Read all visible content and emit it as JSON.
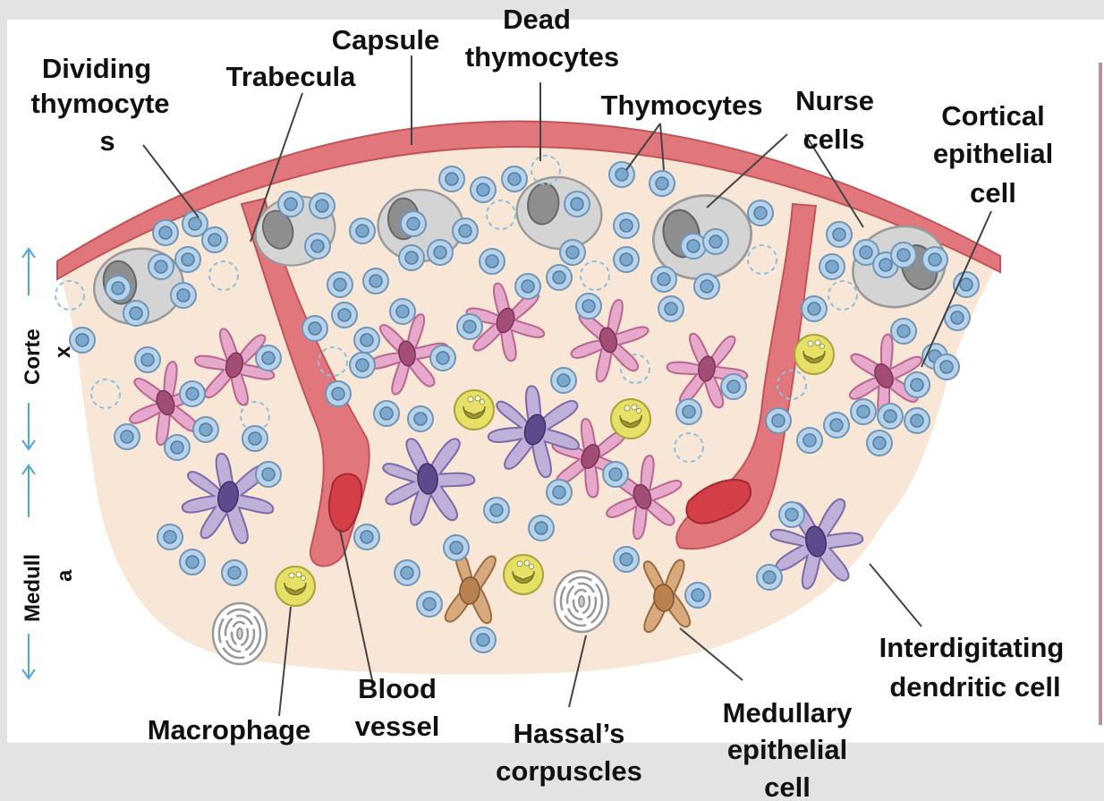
{
  "colors": {
    "page_background": "#e3e3e3",
    "panel_background": "#ffffff",
    "tissue": "#f8e7d6",
    "capsule": "#e1767c",
    "vessel_blood": "#d43f47",
    "thymocyte": "#b8d3e9",
    "cortical_epithelial": "#e7a9cb",
    "interdigitating_dendritic": "#bfb0d9",
    "medullary_epithelial": "#d8a97c",
    "macrophage": "#e6e066",
    "nurse_cell": "#c9c9c9",
    "zone_arrow": "#4fa7d8"
  },
  "labels": {
    "dividing_thymocytes": [
      "Dividing",
      "thymocyte",
      "s"
    ],
    "trabecula": "Trabecula",
    "capsule": "Capsule",
    "dead_thymocytes": [
      "Dead",
      "thymocytes"
    ],
    "thymocytes": "Thymocytes",
    "nurse_cells": [
      "Nurse",
      "cells"
    ],
    "cortical_epithelial_cell": [
      "Cortical",
      "epithelial",
      "cell"
    ],
    "interdigitating_dendritic_cell": [
      "Interdigitating",
      "dendritic cell"
    ],
    "medullary_epithelial_cell": [
      "Medullary",
      "epithelial",
      "cell"
    ],
    "hassals_corpuscles": [
      "Hassal’s",
      "corpuscles"
    ],
    "blood_vessel": [
      "Blood",
      "vessel"
    ],
    "macrophage": "Macrophage"
  },
  "zones": {
    "cortex": [
      "Corte",
      "x"
    ],
    "medulla": [
      "Medull",
      "a"
    ]
  }
}
